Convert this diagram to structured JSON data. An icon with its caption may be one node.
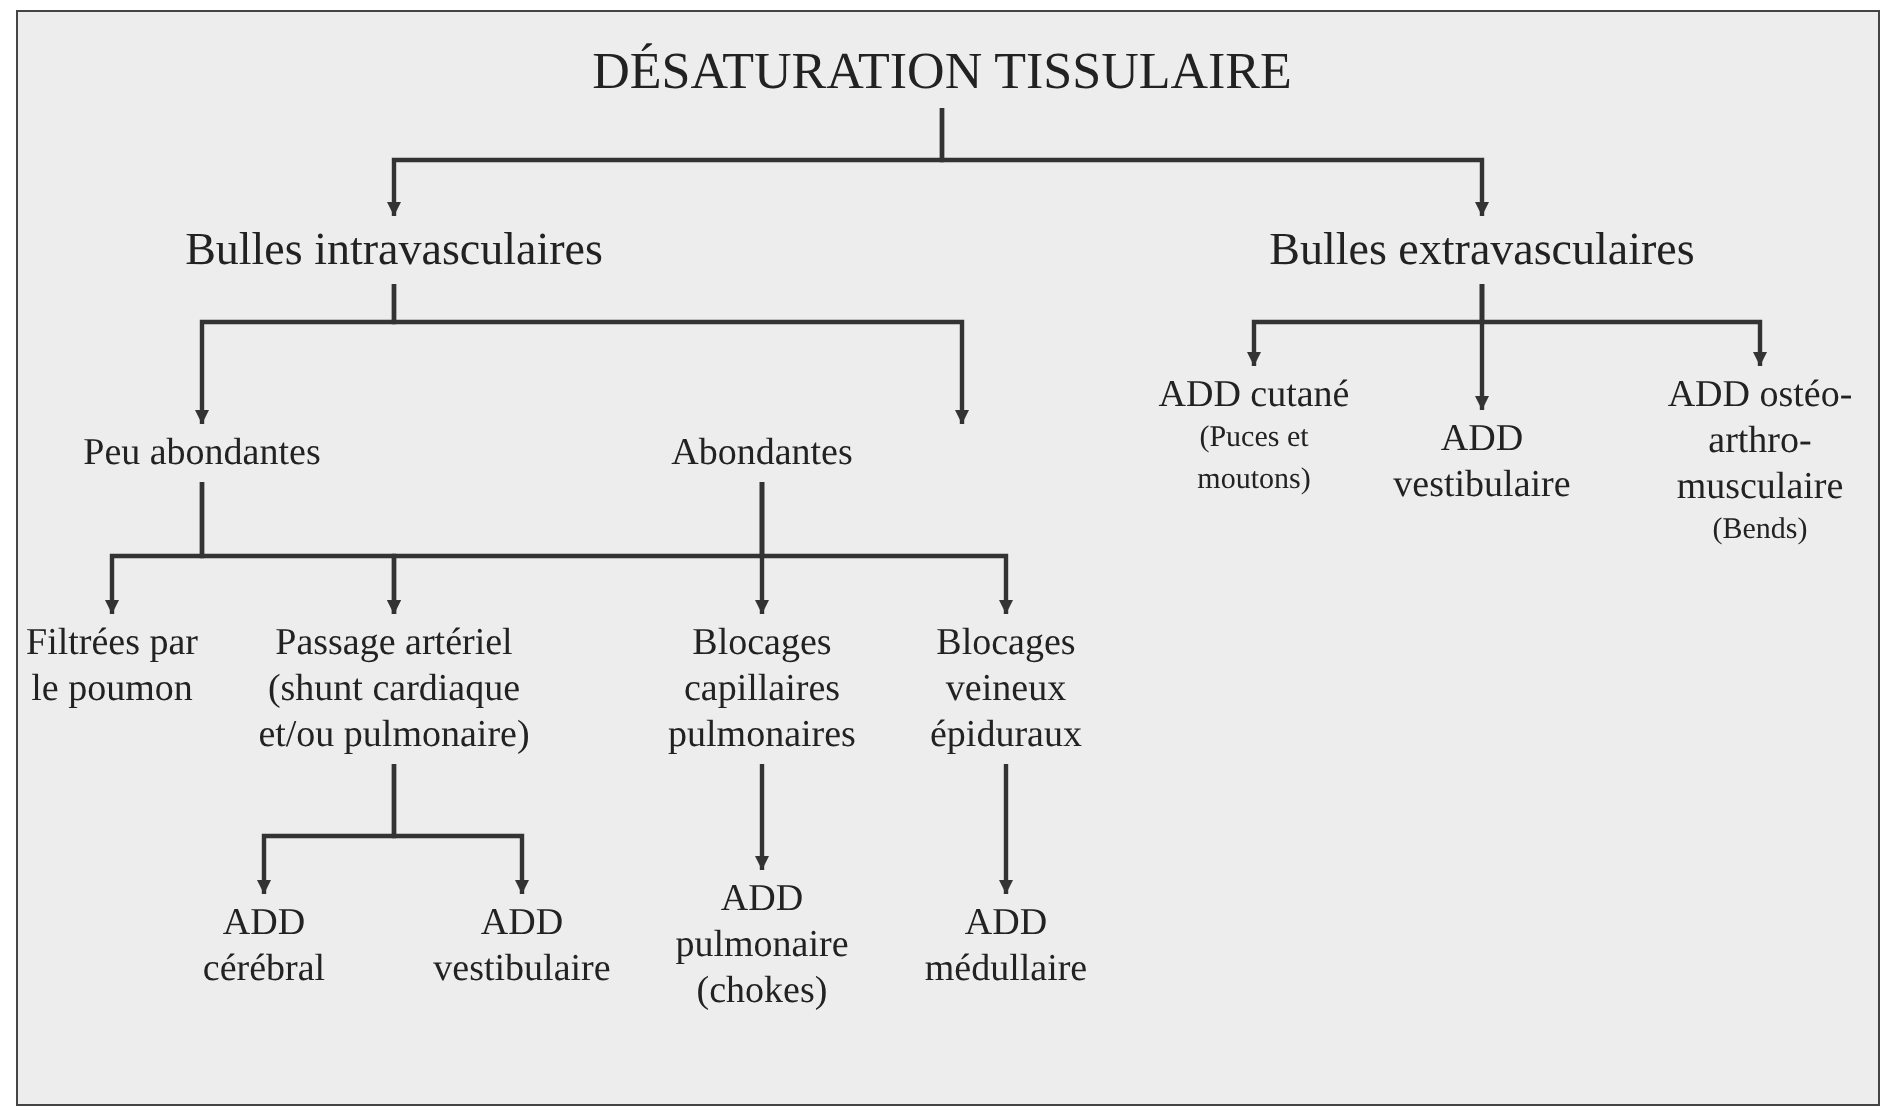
{
  "diagram": {
    "nodes": [
      {
        "text": [
          "DÉSATURATION TISSULAIRE"
        ]
      },
      {
        "text": [
          "Bulles intravasculaires"
        ]
      },
      {
        "text": [
          "Bulles extravasculaires"
        ]
      },
      {
        "text": [
          "Peu abondantes"
        ]
      },
      {
        "text": [
          "Abondantes"
        ]
      },
      {
        "text": [
          "ADD cutané",
          "(Puces et moutons)"
        ]
      },
      {
        "text": [
          "ADD vestibulaire"
        ]
      },
      {
        "text": [
          "ADD ostéo-arthro-musculaire",
          "(Bends)"
        ]
      },
      {
        "text": [
          "Filtrées par le poumon"
        ]
      },
      {
        "text": [
          "Passage artériel (shunt cardiaque et/ou pulmonaire)"
        ]
      },
      {
        "text": [
          "Blocages capillaires pulmonaires"
        ]
      },
      {
        "text": [
          "Blocages veineux épiduraux"
        ]
      },
      {
        "text": [
          "ADD cérébral"
        ]
      },
      {
        "text": [
          "ADD vestibulaire"
        ]
      },
      {
        "text": [
          "ADD pulmonaire (chokes)"
        ]
      },
      {
        "text": [
          "ADD médullaire"
        ]
      }
    ],
    "edges": [
      {
        "from": 0,
        "to": 1,
        "arrow": "to"
      },
      {
        "from": 0,
        "to": 2,
        "arrow": "to"
      },
      {
        "from": 1,
        "to": 3,
        "arrow": "to"
      },
      {
        "from": 1,
        "to": null,
        "arrow": "to"
      },
      {
        "from": 2,
        "to": 5,
        "arrow": "to"
      },
      {
        "from": 2,
        "to": 6,
        "arrow": "to"
      },
      {
        "from": 2,
        "to": 7,
        "arrow": "to"
      },
      {
        "from": 3,
        "to": 8,
        "arrow": "to"
      },
      {
        "from": 3,
        "to": 9,
        "arrow": "to"
      },
      {
        "from": 4,
        "to": 9,
        "arrow": "to"
      },
      {
        "from": 4,
        "to": 10,
        "arrow": "to"
      },
      {
        "from": 4,
        "to": 11,
        "arrow": "to"
      },
      {
        "from": 9,
        "to": 12,
        "arrow": "to"
      },
      {
        "from": 9,
        "to": 13,
        "arrow": "to"
      },
      {
        "from": 10,
        "to": 14,
        "arrow": "to"
      },
      {
        "from": 11,
        "to": 15,
        "arrow": "to"
      }
    ]
  }
}
